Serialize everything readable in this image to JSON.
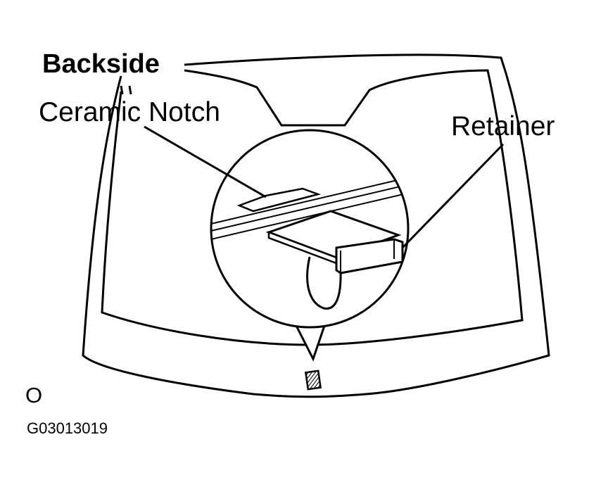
{
  "labels": {
    "backside": "Backside",
    "ceramic_notch": "Ceramic Notch",
    "retainer": "Retainer",
    "view_mark": "O",
    "figure_code": "G03013019"
  },
  "colors": {
    "line": "#000000",
    "background": "#ffffff"
  }
}
